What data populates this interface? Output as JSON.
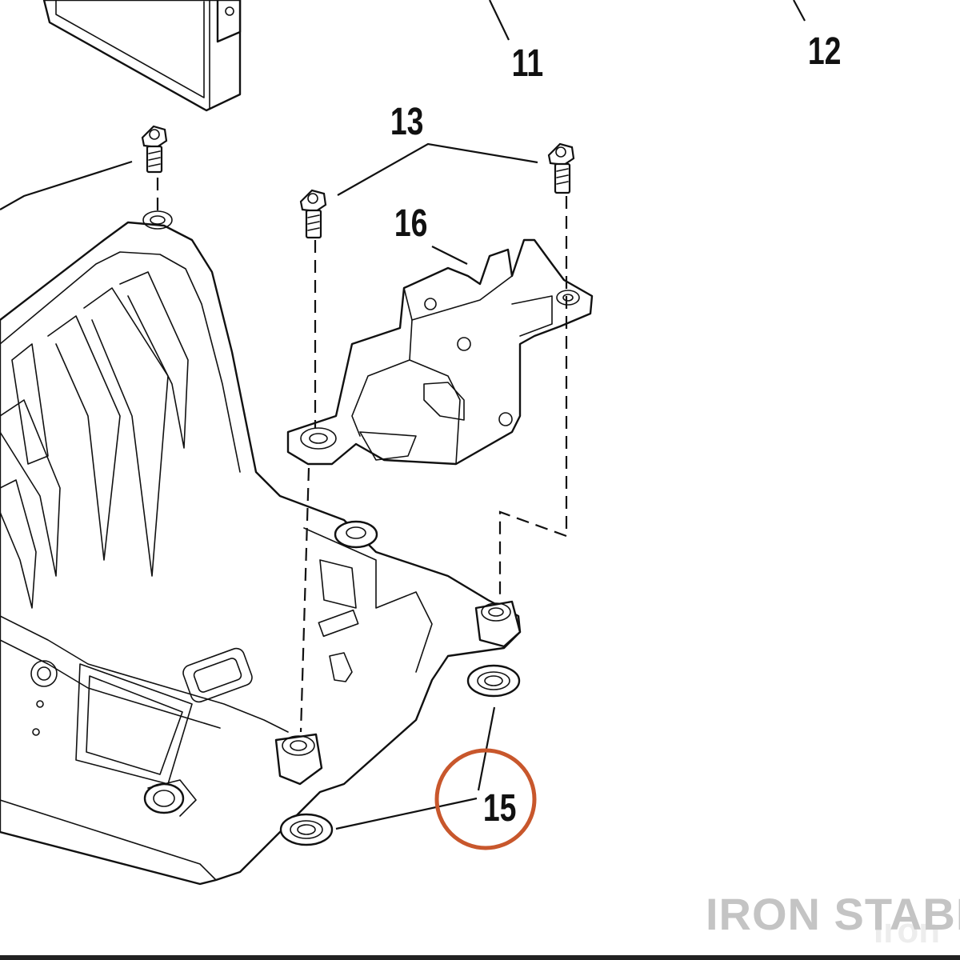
{
  "callouts": {
    "c11": "11",
    "c12": "12",
    "c13": "13",
    "c15": "15",
    "c16": "16"
  },
  "highlight": {
    "target": "15",
    "color": "#c8572c"
  },
  "watermark": {
    "text": "IRON STABLE",
    "ghost_text": "Iron"
  },
  "colors": {
    "line": "#111111",
    "background": "#ffffff",
    "watermark": "#c4c4c4"
  }
}
